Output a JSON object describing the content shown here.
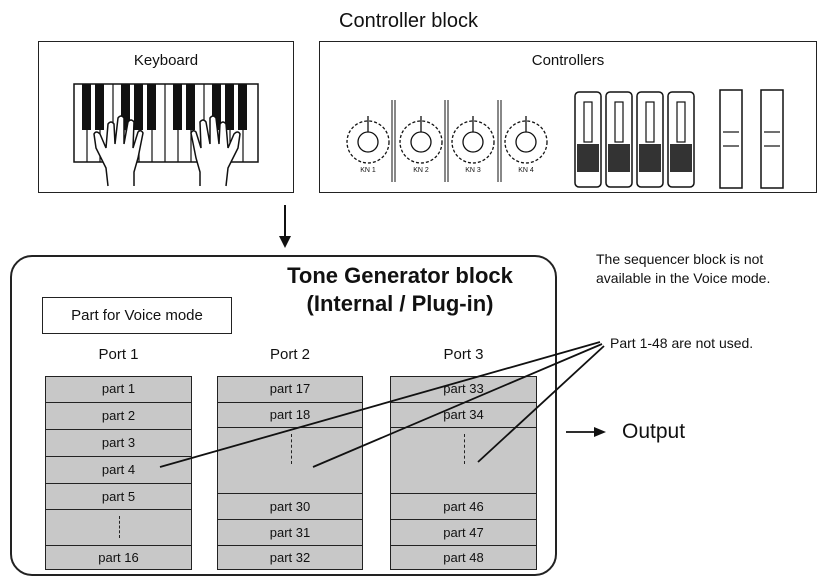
{
  "controller_block": {
    "title": "Controller block"
  },
  "keyboard": {
    "label": "Keyboard"
  },
  "controllers": {
    "label": "Controllers",
    "knobs": [
      "KN 1",
      "KN 2",
      "KN 3",
      "KN 4"
    ]
  },
  "tone_generator": {
    "title_line1": "Tone Generator block",
    "title_line2": "(Internal / Plug-in)",
    "part_for_voice_mode": "Part for Voice mode",
    "ports": [
      {
        "label": "Port 1",
        "cells": [
          "part 1",
          "part 2",
          "part 3",
          "part 4",
          "part 5",
          "",
          "part 16"
        ]
      },
      {
        "label": "Port 2",
        "cells": [
          "part 17",
          "part 18",
          "",
          "part 30",
          "part 31",
          "part 32"
        ]
      },
      {
        "label": "Port 3",
        "cells": [
          "part 33",
          "part 34",
          "",
          "part 46",
          "part 47",
          "part 48"
        ]
      }
    ]
  },
  "notes": {
    "sequencer_line1": "The sequencer block is not",
    "sequencer_line2": "available in the Voice mode.",
    "parts_unused": "Part 1-48 are not used."
  },
  "output": {
    "label": "Output"
  }
}
